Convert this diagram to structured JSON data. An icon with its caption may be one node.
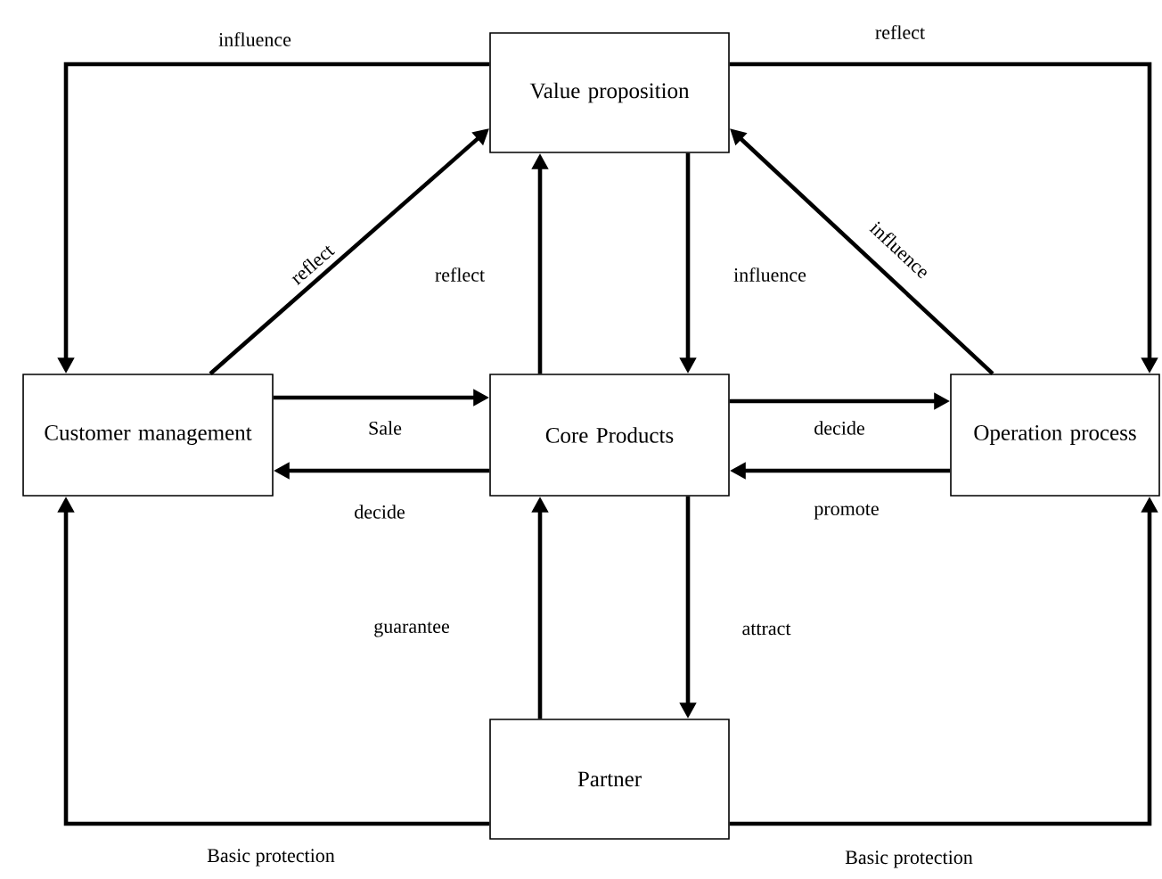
{
  "diagram": {
    "nodes": [
      {
        "text": [
          "Value proposition"
        ]
      },
      {
        "text": [
          "Customer management"
        ]
      },
      {
        "text": [
          "Core Products"
        ]
      },
      {
        "text": [
          "Operation process"
        ]
      },
      {
        "text": [
          "Partner"
        ]
      }
    ],
    "edges": [
      {
        "from": 0,
        "to": 1,
        "arrow": "to",
        "label": "influence"
      },
      {
        "from": 0,
        "to": 3,
        "arrow": "to",
        "label": "reflect"
      },
      {
        "from": 1,
        "to": 0,
        "arrow": "to",
        "label": "reflect"
      },
      {
        "from": 2,
        "to": 0,
        "arrow": "to",
        "label": "reflect"
      },
      {
        "from": 0,
        "to": 2,
        "arrow": "to",
        "label": "influence"
      },
      {
        "from": 3,
        "to": 0,
        "arrow": "to",
        "label": "influence"
      },
      {
        "from": 1,
        "to": 2,
        "arrow": "to",
        "label": "Sale"
      },
      {
        "from": 2,
        "to": 1,
        "arrow": "to",
        "label": "decide"
      },
      {
        "from": 2,
        "to": 3,
        "arrow": "to",
        "label": "decide"
      },
      {
        "from": 3,
        "to": 2,
        "arrow": "to",
        "label": "promote"
      },
      {
        "from": 4,
        "to": 2,
        "arrow": "to",
        "label": "guarantee"
      },
      {
        "from": 2,
        "to": 4,
        "arrow": "to",
        "label": "attract"
      },
      {
        "from": 4,
        "to": 1,
        "arrow": "to",
        "label": "Basic protection"
      },
      {
        "from": 4,
        "to": 3,
        "arrow": "to",
        "label": "Basic protection"
      }
    ]
  }
}
